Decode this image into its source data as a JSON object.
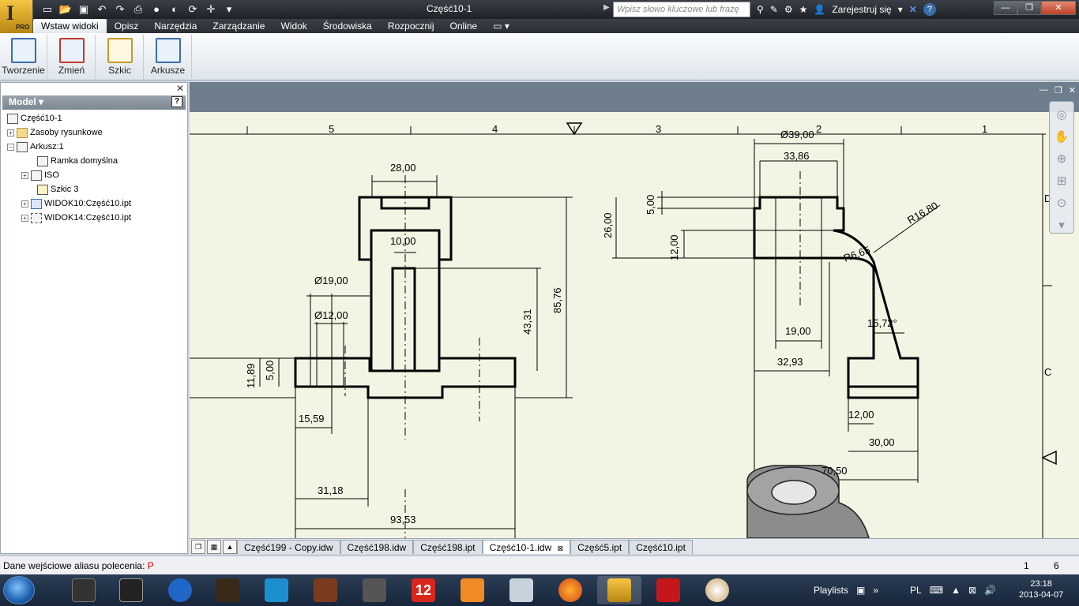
{
  "app": {
    "title": "Część10-1",
    "edition": "PRO"
  },
  "search": {
    "placeholder": "Wpisz słowo kluczowe lub frazę"
  },
  "help": {
    "signin": "Zarejestruj się"
  },
  "menu": {
    "tabs": [
      "Wstaw widoki",
      "Opisz",
      "Narzędzia",
      "Zarządzanie",
      "Widok",
      "Środowiska",
      "Rozpocznij",
      "Online"
    ]
  },
  "ribbon": {
    "buttons": [
      "Tworzenie",
      "Zmień",
      "Szkic",
      "Arkusze"
    ]
  },
  "browser": {
    "header": "Model",
    "nodes": [
      "Część10-1",
      "Zasoby rysunkowe",
      "Arkusz:1",
      "Ramka domyślna",
      "ISO",
      "Szkic 3",
      "WIDOK10:Część10.ipt",
      "WIDOK14:Część10.ipt"
    ]
  },
  "drawing": {
    "zones_top": [
      "5",
      "4",
      "3",
      "2",
      "1"
    ],
    "zones_right": [
      "D",
      "C"
    ],
    "dims_front": [
      "28,00",
      "10,00",
      "Ø19,00",
      "Ø12,00",
      "43,31",
      "85,76",
      "11,89",
      "5,00",
      "15,59",
      "31,18",
      "93,53"
    ],
    "dims_side": [
      "Ø39,00",
      "33,86",
      "5,00",
      "26,00",
      "12,00",
      "R16,80",
      "R6,65",
      "19,00",
      "15,72°",
      "32,93",
      "12,00",
      "30,00",
      "70,50"
    ]
  },
  "doc_tabs": [
    "Część199 - Copy.idw",
    "Część198.idw",
    "Część198.ipt",
    "Część10-1.idw",
    "Część5.ipt",
    "Część10.ipt"
  ],
  "status": {
    "text": "Dane wejściowe aliasu polecenia:",
    "key": "P",
    "n1": "1",
    "n2": "6"
  },
  "taskbar": {
    "playlists": "Playlists",
    "lang": "PL",
    "time": "23:18",
    "date": "2013-04-07",
    "badge12": "12"
  },
  "colors": {
    "accent": "#3a6ea8",
    "sheet": "#f4f4e4",
    "workspace": "#6f7e8c"
  }
}
